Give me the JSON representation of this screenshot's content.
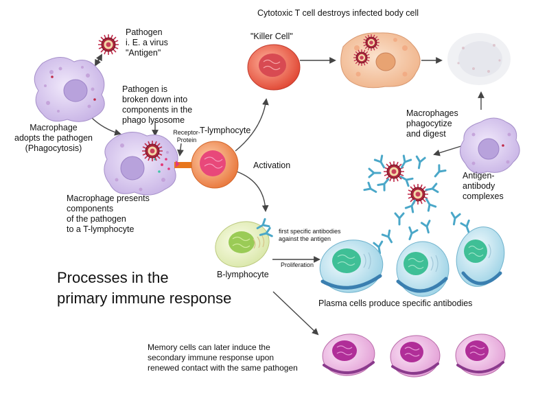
{
  "diagram": {
    "title": "Processes in the\nprimary immune response",
    "labels": {
      "pathogen": "Pathogen\ni. E. a virus\n\"Antigen\"",
      "macrophage_adopts": "Macrophage\nadopts the pathogen\n(Phagocytosis)",
      "pathogen_broken": "Pathogen is\nbroken down into\ncomponents in the\nphago lysosome",
      "receptor_protein": "Receptor-\nProtein",
      "t_lymphocyte": "T-lymphocyte",
      "macrophage_presents": "Macrophage presents\ncomponents\nof the pathogen\nto a T-lymphocyte",
      "cytotoxic": "Cytotoxic T cell destroys infected body cell",
      "killer_cell": "\"Killer Cell\"",
      "activation": "Activation",
      "macrophages_phagocytize": "Macrophages\nphagocytize\nand digest",
      "antigen_antibody": "Antigen-\nantibody\ncomplexes",
      "first_antibodies": "first specific antibodies\nagainst the antigen",
      "proliferation": "Proliferation",
      "b_lymphocyte": "B-lymphocyte",
      "plasma_cells": "Plasma cells produce specific antibodies",
      "memory_cells": "Memory cells can later induce the\nsecondary immune response upon\nrenewed contact with the same pathogen"
    },
    "colors": {
      "macrophage": "#d6c6ec",
      "macrophage_nucleus": "#b8a2dc",
      "t_cell": "#f08a52",
      "killer_cell": "#e8503a",
      "b_cell": "#e7efc0",
      "plasma_cell": "#bde4ef",
      "plasma_nucleus": "#3fbf96",
      "memory_cell": "#f0bfe8",
      "memory_nucleus": "#b02e98",
      "body_cell": "#f6c8a4",
      "antibody": "#4aa7c8",
      "virus": "#a8243a",
      "receptor": "#e8761c",
      "arrow": "#444444"
    }
  }
}
